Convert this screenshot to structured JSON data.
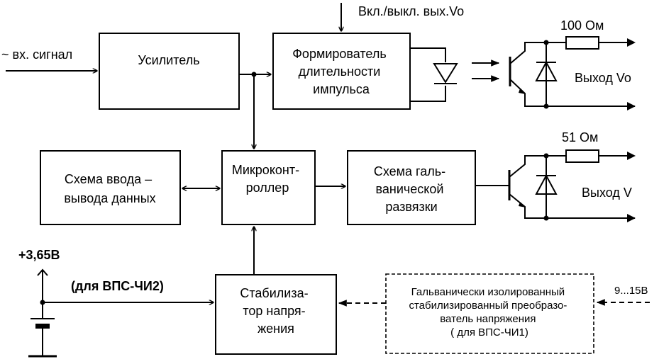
{
  "blocks": {
    "amplifier": {
      "lines": [
        "Усилитель"
      ]
    },
    "pulse_former": {
      "lines": [
        "Формирователь",
        "длительности",
        "импульса"
      ]
    },
    "io_circuit": {
      "lines": [
        "Схема ввода –",
        "вывода данных"
      ]
    },
    "microcontroller": {
      "lines": [
        "Микроконт-",
        "роллер"
      ]
    },
    "galvanic_isolation": {
      "lines": [
        "Схема галь-",
        "ванической",
        "развязки"
      ]
    },
    "stabilizer": {
      "lines": [
        "Стабилиза-",
        "тор напря-",
        "жения"
      ]
    },
    "converter": {
      "lines": [
        "Гальванически изолированный",
        "стабилизированный преобразо-",
        "ватель напряжения",
        "( для ВПС-ЧИ1)"
      ]
    }
  },
  "labels": {
    "input_signal": "~ вх. сигнал",
    "on_off": "Вкл./выкл. вых.Vo",
    "resistor_top": "100 Ом",
    "output_vo": "Выход Vo",
    "resistor_bottom": "51 Ом",
    "output_v": "Выход V",
    "battery_voltage": "+3,65В",
    "for_vps_chi2": "(для ВПС-ЧИ2)",
    "supply_range": "9...15В"
  }
}
